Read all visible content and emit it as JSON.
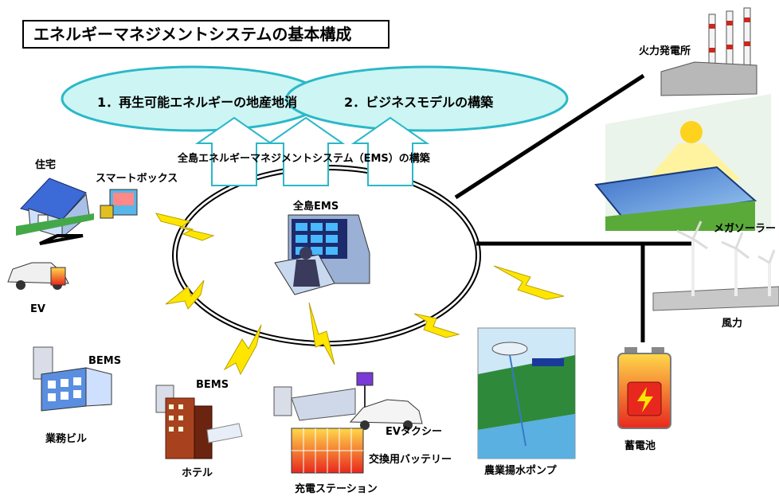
{
  "title": "エネルギーマネジメントシステムの基本構成",
  "goals": [
    {
      "label": "1．再生可能エネルギーの地産地消"
    },
    {
      "label": "2．ビジネスモデルの構築"
    }
  ],
  "ems_build_label": "全島エネルギーマネジメントシステム（EMS）の構築",
  "center_label": "全島EMS",
  "nodes": {
    "house": "住宅",
    "smart_box": "スマートボックス",
    "ev": "EV",
    "office_bems": "BEMS",
    "office": "業務ビル",
    "hotel_bems": "BEMS",
    "hotel": "ホテル",
    "ev_taxi": "EVタクシー",
    "battery_swap": "交換用バッテリー",
    "charge_station": "充電ステーション",
    "pump": "農業揚水ポンプ",
    "storage": "蓄電池",
    "thermal": "火力発電所",
    "mega_solar": "メガソーラー",
    "wind": "風力"
  },
  "colors": {
    "oval_fill": "#ccf5f3",
    "oval_stroke": "#2ab8c8",
    "arrow_fill": "#ffffff",
    "arrow_stroke": "#2ab8c8",
    "lightning": "#ffe600",
    "battery_red": "#e8281e"
  }
}
